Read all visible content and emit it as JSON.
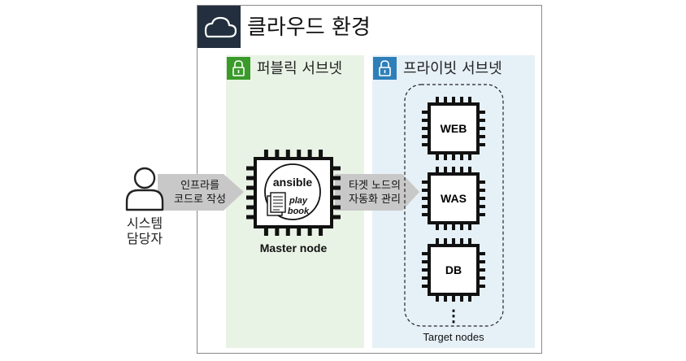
{
  "cloud": {
    "title": "클라우드 환경",
    "icon": "cloud-icon"
  },
  "public_subnet": {
    "title": "퍼블릭 서브넷",
    "icon": "lock-icon",
    "color": "#3a9a2a",
    "fill": "#e9f3e5"
  },
  "private_subnet": {
    "title": "프라이빗 서브넷",
    "icon": "lock-icon",
    "color": "#2e7fb9",
    "fill": "#e6f0f7"
  },
  "admin": {
    "line1": "시스템",
    "line2": "담당자",
    "icon": "user-icon"
  },
  "arrow_left": {
    "line1": "인프라를",
    "line2": "코드로 작성"
  },
  "arrow_right": {
    "line1": "타겟 노드의",
    "line2": "자동화 관리"
  },
  "master": {
    "label": "Master node",
    "ansible": "ansible",
    "play": "play",
    "book": "book"
  },
  "targets": {
    "label": "Target nodes",
    "nodes": [
      "WEB",
      "WAS",
      "DB"
    ],
    "more": "⋮"
  },
  "colors": {
    "header": "#232f3e",
    "arrow": "#c8c8c8"
  }
}
